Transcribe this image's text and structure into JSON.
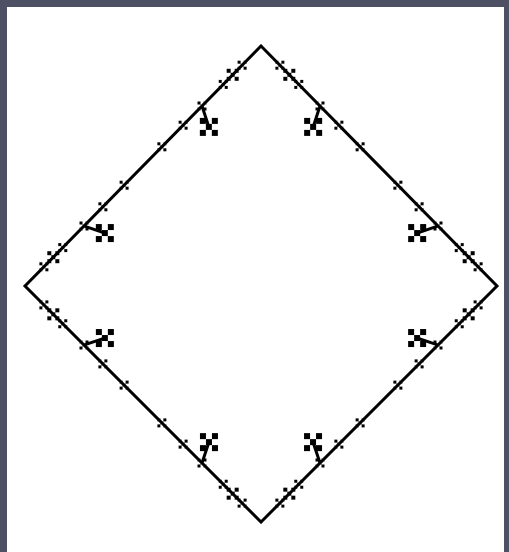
{
  "figure": {
    "shape": "fractal-diamond",
    "description_label": "",
    "colors": {
      "frame": "#4e5163",
      "background": "#ffffff",
      "stroke": "#000000"
    },
    "fractal": {
      "base": "square-diamond",
      "motif": "cross-cluster",
      "iterations": 3
    }
  }
}
